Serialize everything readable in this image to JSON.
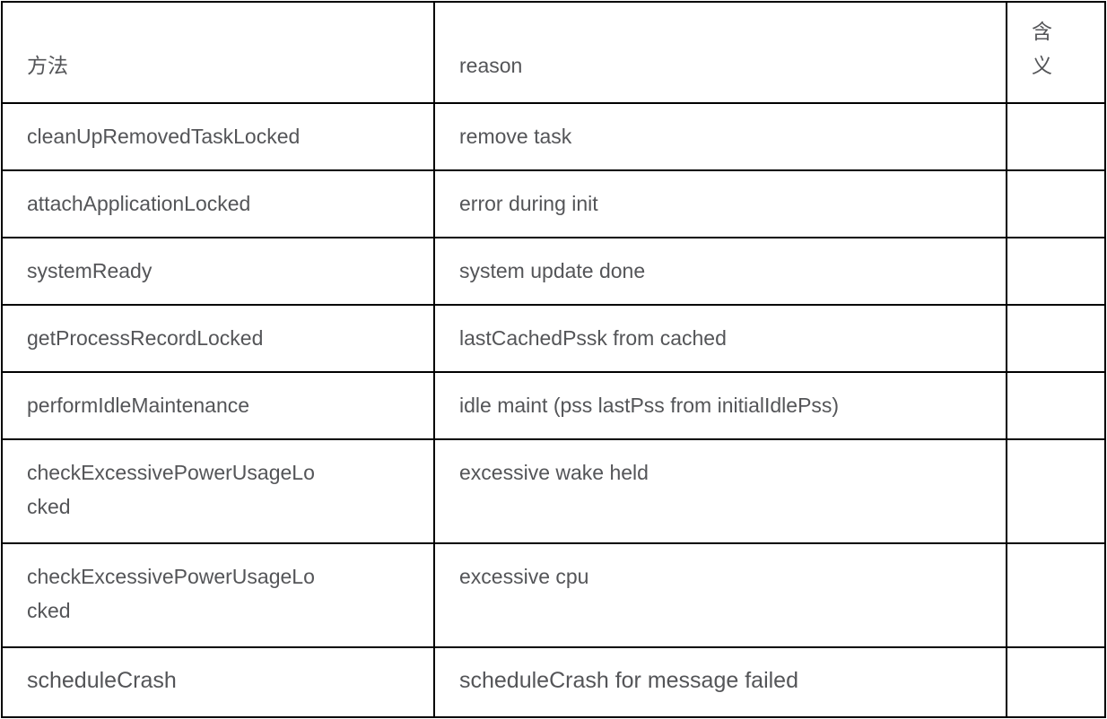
{
  "table": {
    "columns": [
      {
        "label": "方法"
      },
      {
        "label": "reason"
      },
      {
        "label": "含\n义"
      }
    ],
    "rows": [
      {
        "method": "cleanUpRemovedTaskLocked",
        "reason": "remove task",
        "meaning": ""
      },
      {
        "method": "attachApplicationLocked",
        "reason": "error during init",
        "meaning": ""
      },
      {
        "method": "systemReady",
        "reason": "system update done",
        "meaning": ""
      },
      {
        "method": "getProcessRecordLocked",
        "reason": "lastCachedPssk from cached",
        "meaning": ""
      },
      {
        "method": "performIdleMaintenance",
        "reason": "idle maint (pss lastPss from initialIdlePss)",
        "meaning": ""
      },
      {
        "method": "checkExcessivePowerUsageLo\ncked",
        "reason": "excessive wake held",
        "meaning": ""
      },
      {
        "method": "checkExcessivePowerUsageLo\ncked",
        "reason": "excessive cpu",
        "meaning": ""
      },
      {
        "method": "scheduleCrash",
        "reason": "scheduleCrash for message failed",
        "meaning": ""
      }
    ],
    "colors": {
      "border": "#000000",
      "text": "#545558",
      "background": "#ffffff"
    }
  }
}
